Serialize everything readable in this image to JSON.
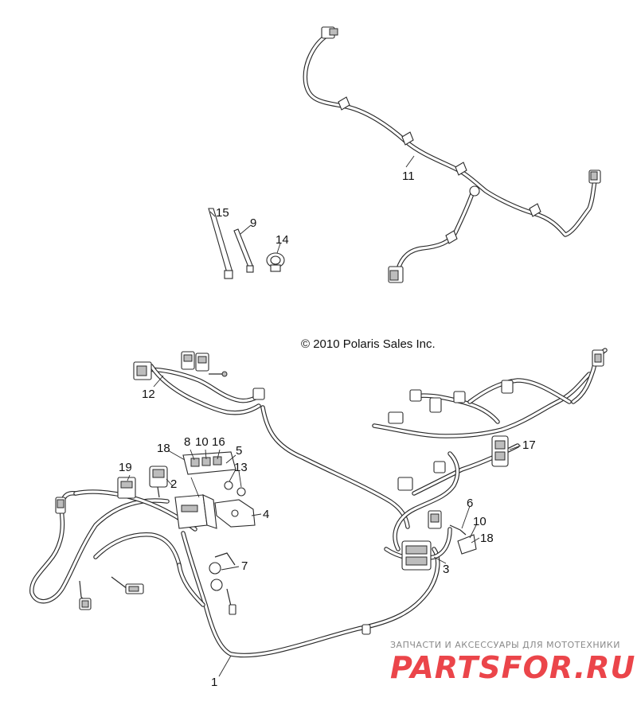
{
  "copyright": "© 2010 Polaris Sales Inc.",
  "watermark": {
    "tagline": "ЗАПЧАСТИ И АКСЕССУАРЫ ДЛЯ МОТОТЕХНИКИ",
    "brand": "PARTSFOR.RU",
    "brand_color": "#e8242a"
  },
  "callouts": [
    {
      "id": "c1",
      "label": "1"
    },
    {
      "id": "c2",
      "label": "2"
    },
    {
      "id": "c3",
      "label": "3"
    },
    {
      "id": "c4",
      "label": "4"
    },
    {
      "id": "c5",
      "label": "5"
    },
    {
      "id": "c6",
      "label": "6"
    },
    {
      "id": "c7",
      "label": "7"
    },
    {
      "id": "c8",
      "label": "8"
    },
    {
      "id": "c9",
      "label": "9"
    },
    {
      "id": "c10a",
      "label": "10"
    },
    {
      "id": "c10b",
      "label": "10"
    },
    {
      "id": "c11",
      "label": "11"
    },
    {
      "id": "c12",
      "label": "12"
    },
    {
      "id": "c13",
      "label": "13"
    },
    {
      "id": "c14",
      "label": "14"
    },
    {
      "id": "c15",
      "label": "15"
    },
    {
      "id": "c16",
      "label": "16"
    },
    {
      "id": "c17",
      "label": "17"
    },
    {
      "id": "c18a",
      "label": "18"
    },
    {
      "id": "c18b",
      "label": "18"
    },
    {
      "id": "c19",
      "label": "19"
    }
  ]
}
